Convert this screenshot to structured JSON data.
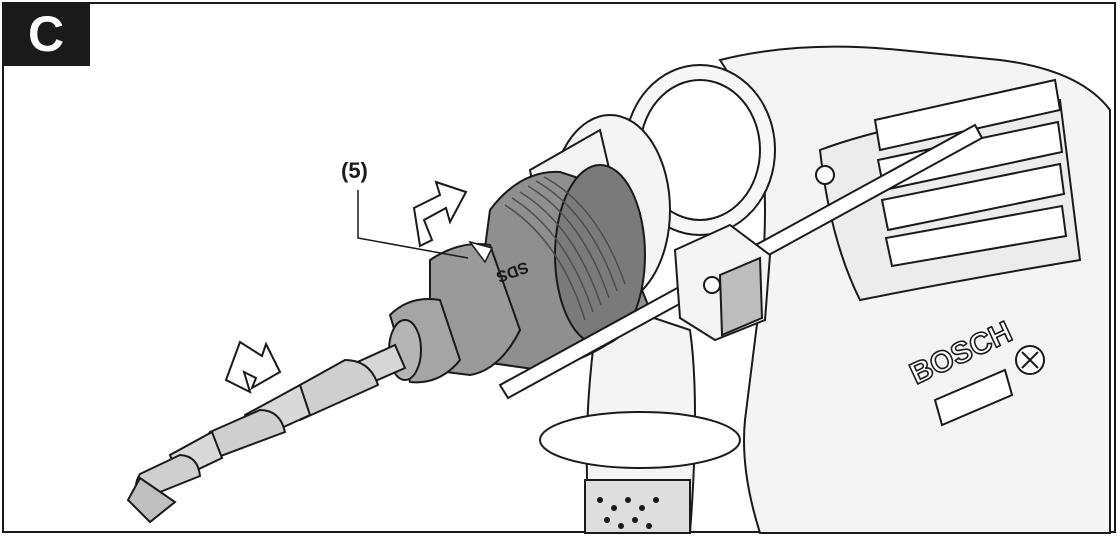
{
  "figure_label": "C",
  "callout_label": "(5)",
  "brand_text": "BOSCH",
  "chuck_marking": "SDS",
  "colors": {
    "outline": "#1a1a1a",
    "chuck_gray": "#8f8f8f",
    "chuck_dark": "#7a7a7a",
    "body_light": "#f2f2f2"
  }
}
